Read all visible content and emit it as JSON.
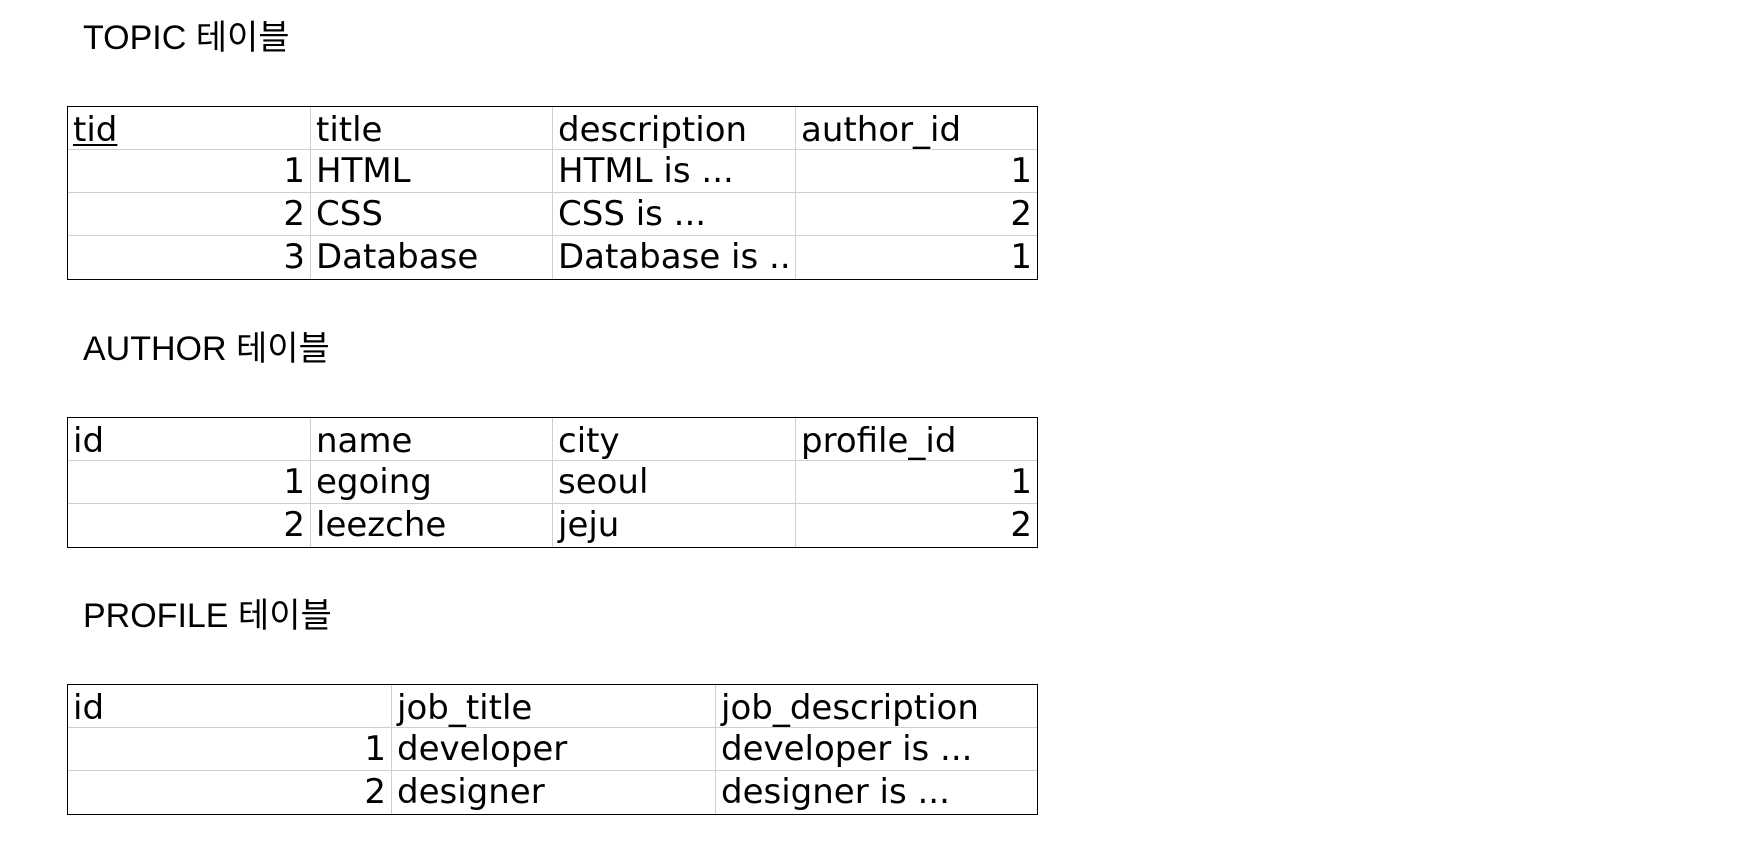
{
  "sections": {
    "topic": {
      "title": "TOPIC 테이블",
      "columns": [
        "tid",
        "title",
        "description",
        "author_id"
      ],
      "rows": [
        [
          "1",
          "HTML",
          "HTML is ...",
          "1"
        ],
        [
          "2",
          "CSS",
          "CSS is ...",
          "2"
        ],
        [
          "3",
          "Database",
          "Database is ..",
          "1"
        ]
      ]
    },
    "author": {
      "title": "AUTHOR 테이블",
      "columns": [
        "id",
        "name",
        "city",
        "profile_id"
      ],
      "rows": [
        [
          "1",
          "egoing",
          "seoul",
          "1"
        ],
        [
          "2",
          "leezche",
          "jeju",
          "2"
        ]
      ]
    },
    "profile": {
      "title": "PROFILE 테이블",
      "columns": [
        "id",
        "job_title",
        "job_description"
      ],
      "rows": [
        [
          "1",
          "developer",
          "developer is ..."
        ],
        [
          "2",
          "designer",
          "designer is ..."
        ]
      ]
    }
  }
}
